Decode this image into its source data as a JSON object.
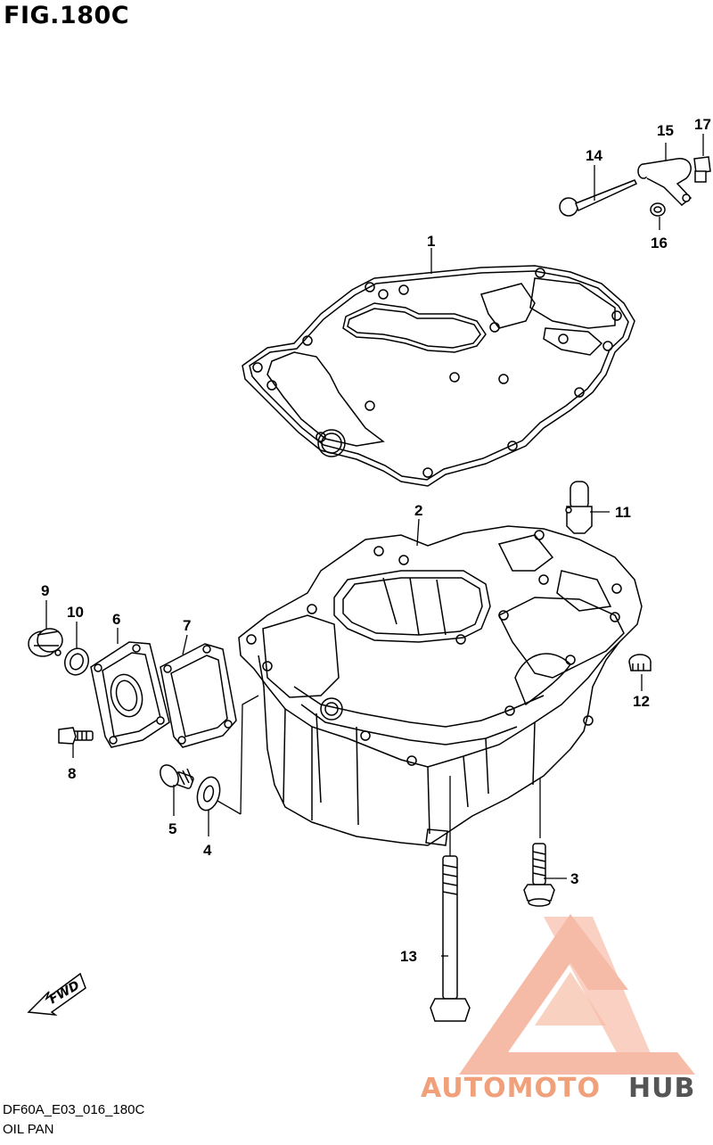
{
  "figure": {
    "title": "FIG.180C",
    "code": "DF60A_E03_016_180C",
    "name": "OIL PAN"
  },
  "fwd_label": "FWD",
  "callouts": [
    "1",
    "2",
    "3",
    "4",
    "5",
    "6",
    "7",
    "8",
    "9",
    "10",
    "11",
    "12",
    "13",
    "14",
    "15",
    "16",
    "17"
  ],
  "watermark": {
    "brand_part1": "AUTOMOTO",
    "brand_part2": "HUB",
    "color_primary": "#f0a07a",
    "color_secondary": "#555555"
  },
  "colors": {
    "line": "#000000",
    "background": "#ffffff"
  }
}
